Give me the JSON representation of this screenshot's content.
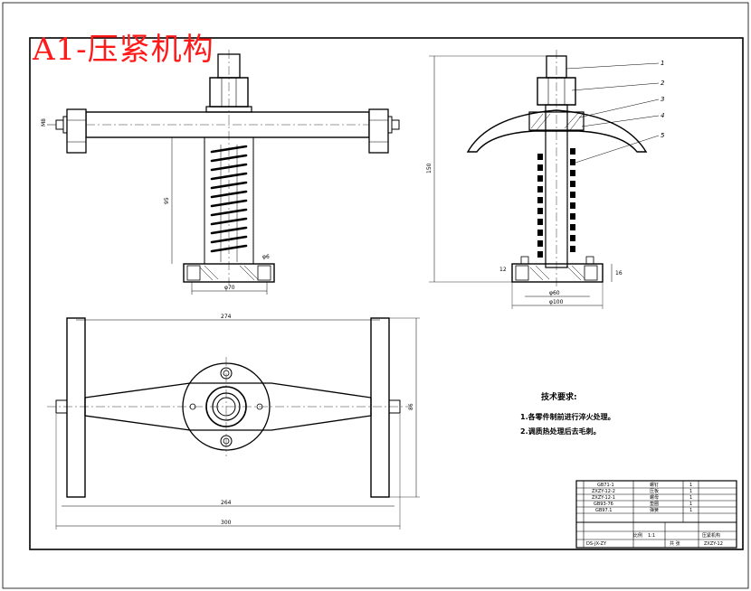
{
  "drawing": {
    "title": "A1-压紧机构",
    "requirements_heading": "技术要求:",
    "requirements": [
      "1.各零件制前进行淬火处理。",
      "2.调质热处理后去毛刺。"
    ],
    "part_numbers": [
      "1",
      "2",
      "3",
      "4",
      "5"
    ],
    "dimensions": {
      "front_height": "95",
      "front_base": "φ70",
      "front_small": "φ6",
      "front_side": "M8",
      "side_height": "150",
      "side_inner": "φ60",
      "side_outer": "φ100",
      "side_right": "16",
      "side_left": "12",
      "top_upper": "274",
      "top_lower_inner": "264",
      "top_lower_outer": "300",
      "top_right": "86"
    },
    "title_block": {
      "rows": [
        {
          "code": "GB71-1",
          "name": "螺钉",
          "qty": "1"
        },
        {
          "code": "ZXZY-12-2",
          "name": "压板",
          "qty": "1"
        },
        {
          "code": "ZXZY-12-1",
          "name": "螺母",
          "qty": "1"
        },
        {
          "code": "GB93-76",
          "name": "垫圈",
          "qty": "1"
        },
        {
          "code": "GB97.1",
          "name": "弹簧",
          "qty": "1"
        }
      ],
      "scale_label": "比例",
      "scale": "1:1",
      "drawing_name": "压紧机构",
      "drawing_code": "ZXZY-12",
      "school": "DS-JX-ZY",
      "sheet": "共 张"
    }
  }
}
